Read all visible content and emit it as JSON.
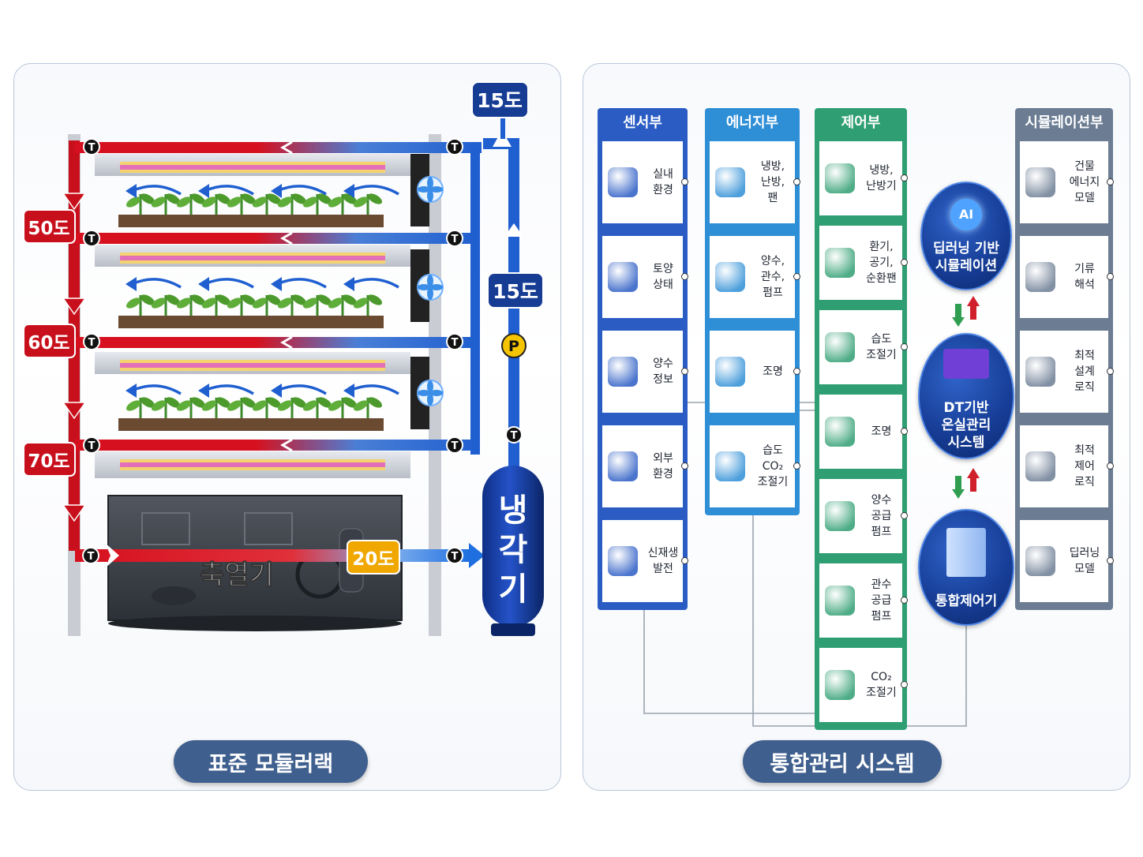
{
  "rack": {
    "temps": {
      "top": "15도",
      "mid": "15도",
      "t50": "50도",
      "t60": "60도",
      "t70": "70도",
      "storage": "20도"
    },
    "sensor_label": "T",
    "pump_label": "P",
    "cooler": "냉\n각\n기",
    "storage_unit": "축열기",
    "caption": "표준 모듈러랙"
  },
  "system": {
    "caption": "통합관리 시스템",
    "columns": [
      {
        "title": "센서부",
        "color": "#2b5cc4",
        "items": [
          {
            "label": "실내\n환경",
            "icon": "building-icon"
          },
          {
            "label": "토양\n상태",
            "icon": "soil-sprout-icon"
          },
          {
            "label": "양수\n정보",
            "icon": "water-drop-icon"
          },
          {
            "label": "외부\n환경",
            "icon": "weather-icon"
          },
          {
            "label": "신재생\n발전",
            "icon": "solar-wind-icon"
          }
        ]
      },
      {
        "title": "에너지부",
        "color": "#2f8fd6",
        "items": [
          {
            "label": "냉방,\n난방,\n팬",
            "icon": "hvac-cycle-icon"
          },
          {
            "label": "양수,\n관수,\n펌프",
            "icon": "pump-cycle-icon"
          },
          {
            "label": "조명",
            "icon": "bulb-cycle-icon"
          },
          {
            "label": "습도\nCO₂\n조절기",
            "icon": "humidity-cycle-icon"
          }
        ]
      },
      {
        "title": "제어부",
        "color": "#2f9e72",
        "items": [
          {
            "label": "냉방,\n난방기",
            "icon": "air-conditioner-icon"
          },
          {
            "label": "환기,\n공기,\n순환팬",
            "icon": "fan-icon"
          },
          {
            "label": "습도\n조절기",
            "icon": "humidifier-icon"
          },
          {
            "label": "조명",
            "icon": "light-bulb-icon"
          },
          {
            "label": "양수\n공급\n펌프",
            "icon": "supply-pump-icon"
          },
          {
            "label": "관수\n공급\n펌프",
            "icon": "irrigation-pump-icon"
          },
          {
            "label": "CO₂\n조절기",
            "icon": "co2-tank-icon"
          }
        ]
      },
      {
        "title": "시뮬레이션부",
        "color": "#6b7c93",
        "items": [
          {
            "label": "건물\n에너지\n모델",
            "icon": "building-energy-icon"
          },
          {
            "label": "기류\n해석",
            "icon": "airflow-icon"
          },
          {
            "label": "최적\n설계\n로직",
            "icon": "design-logic-icon"
          },
          {
            "label": "최적\n제어\n로직",
            "icon": "control-logic-icon"
          },
          {
            "label": "딥러닝\n모델",
            "icon": "neural-net-icon"
          }
        ]
      }
    ],
    "center": [
      {
        "label": "딥러닝 기반\n시뮬레이션",
        "badge": "AI"
      },
      {
        "label": "DT기반\n온실관리\n시스템"
      },
      {
        "label": "통합제어기"
      }
    ]
  }
}
